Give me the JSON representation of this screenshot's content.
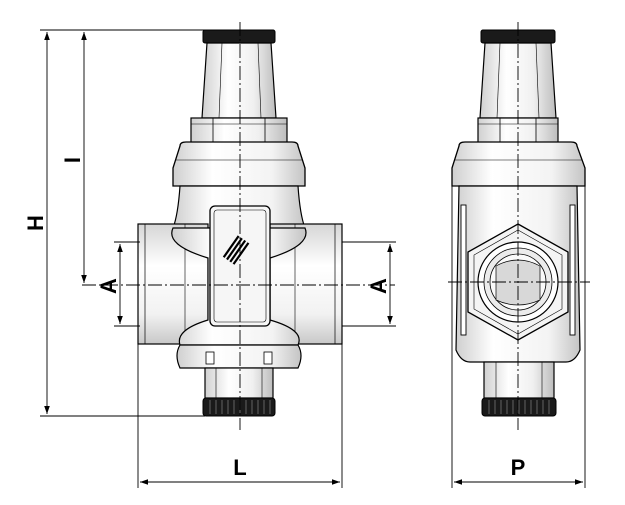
{
  "labels": {
    "H": "H",
    "I": "I",
    "A_left": "A",
    "A_right": "A",
    "L": "L",
    "P": "P"
  },
  "colors": {
    "line": "#000000",
    "body_fill": "#ffffff",
    "shade_light": "#f2f2f2",
    "shade_mid": "#d9d9d9",
    "shade_dark": "#1a1a1a"
  },
  "icons": {
    "front_view": "pressure-reducing-valve-front",
    "side_view": "pressure-reducing-valve-side"
  }
}
